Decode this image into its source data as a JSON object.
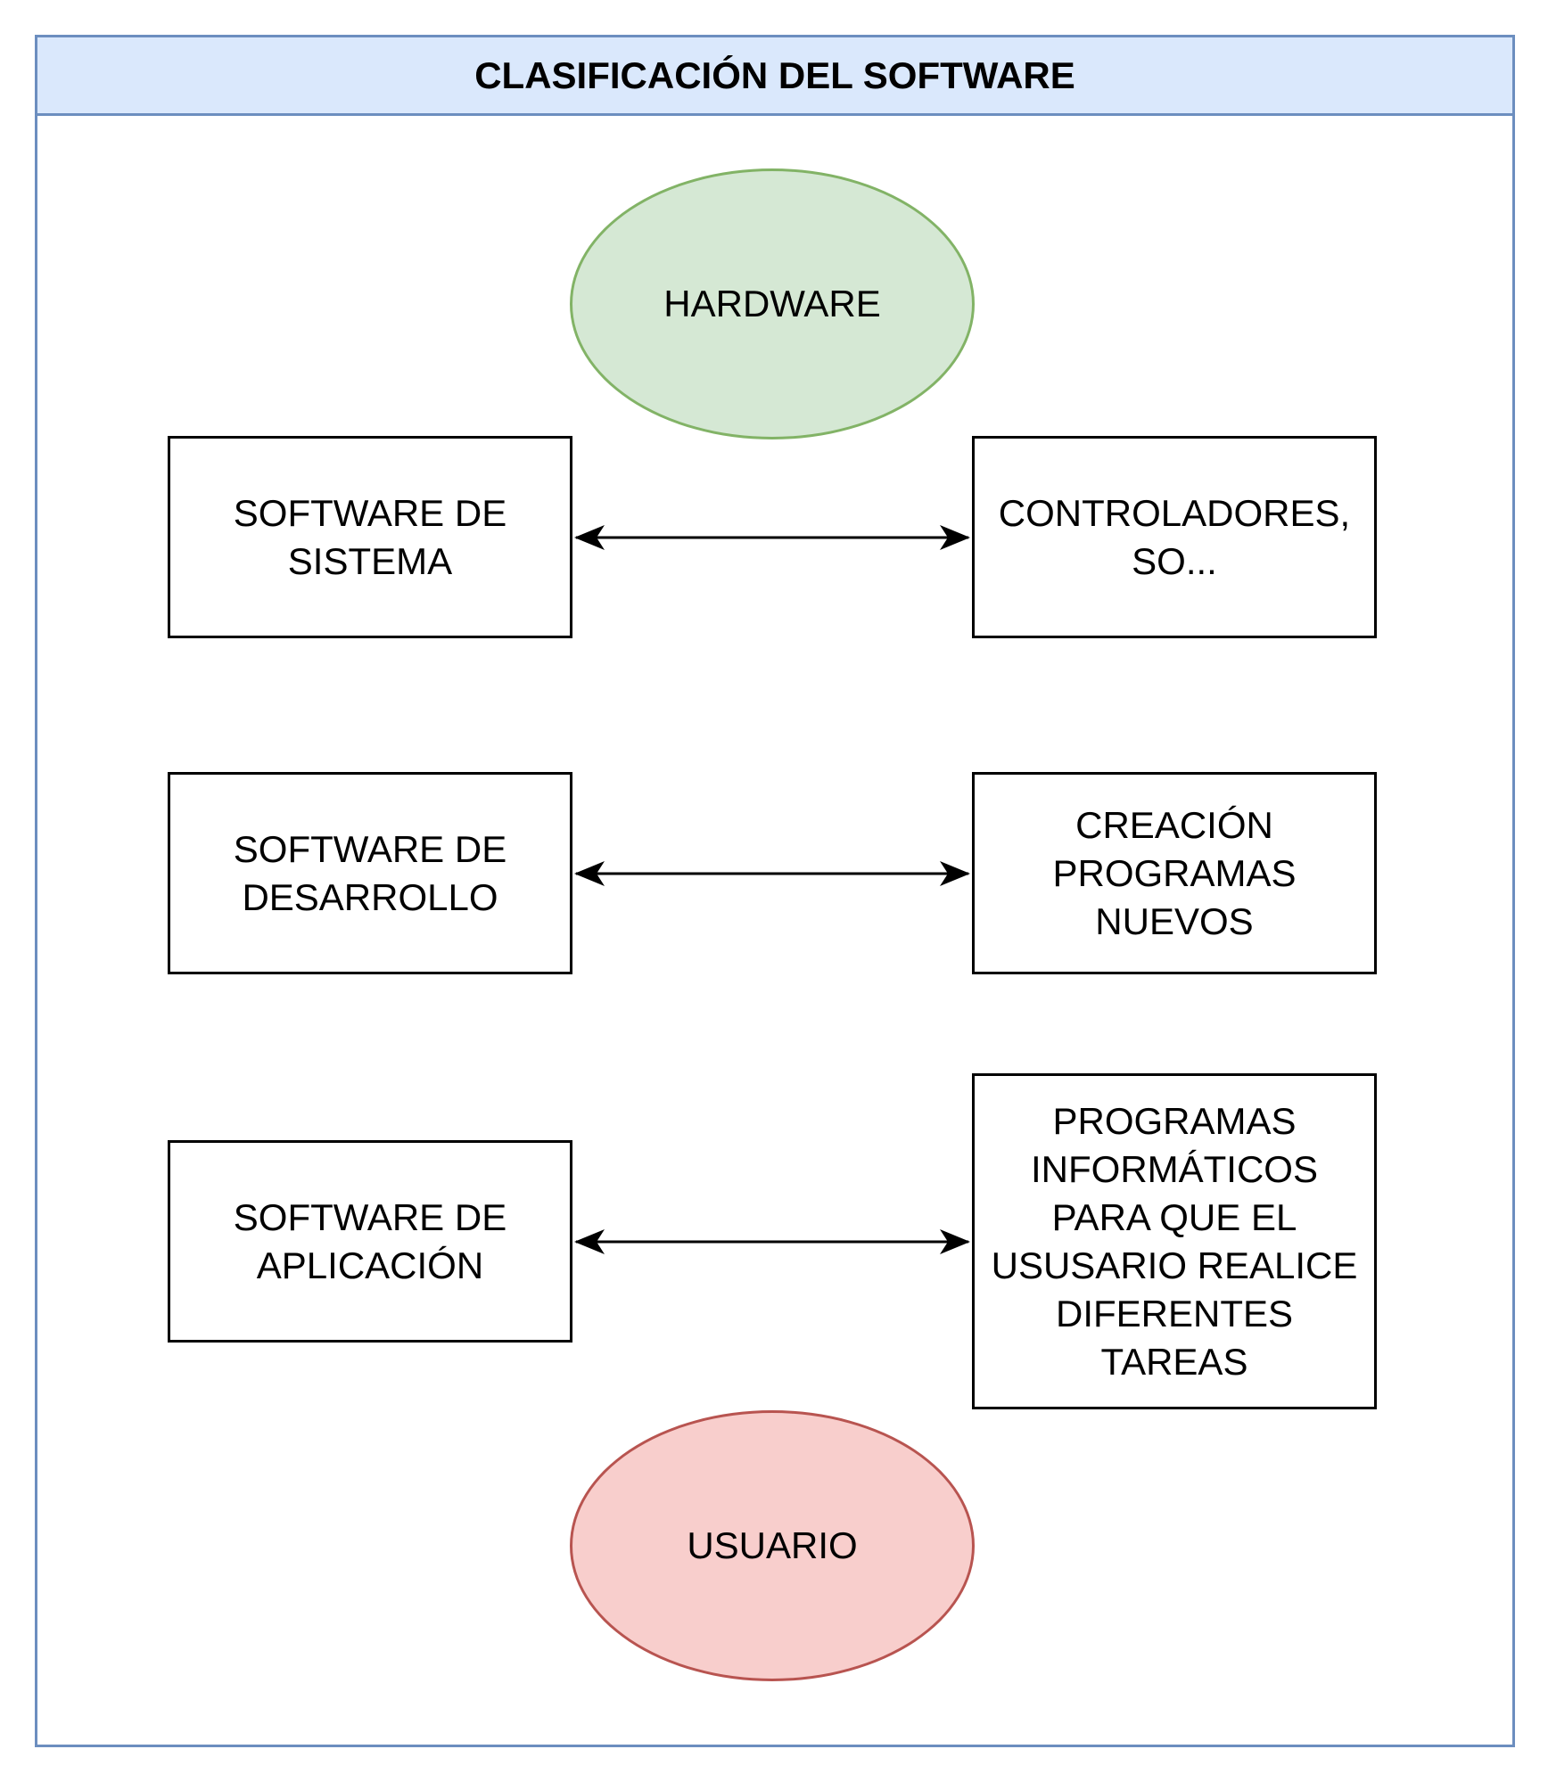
{
  "diagram": {
    "title": "CLASIFICACIÓN DEL SOFTWARE",
    "top_node": {
      "label": "HARDWARE",
      "fill": "#d5e8d4",
      "stroke": "#82b366"
    },
    "bottom_node": {
      "label": "USUARIO",
      "fill": "#f8cecc",
      "stroke": "#b85450"
    },
    "rows": [
      {
        "left": "SOFTWARE DE\nSISTEMA",
        "right": "CONTROLADORES,\nSO..."
      },
      {
        "left": "SOFTWARE DE\nDESARROLLO",
        "right": "CREACIÓN\nPROGRAMAS\nNUEVOS"
      },
      {
        "left": "SOFTWARE DE\nAPLICACIÓN",
        "right": "PROGRAMAS\nINFORMÁTICOS\nPARA QUE EL\nUSUSARIO REALICE\nDIFERENTES\nTAREAS"
      }
    ],
    "connector": "bidirectional-arrow"
  }
}
